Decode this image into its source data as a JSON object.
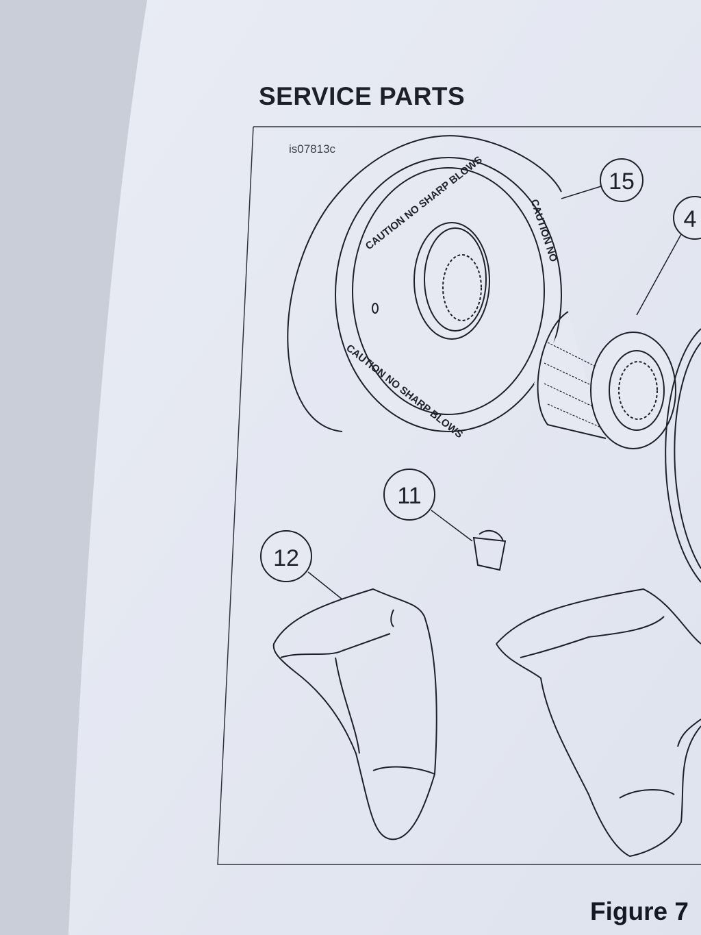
{
  "document": {
    "heading": "SERVICE PARTS",
    "figure_id": "is07813c",
    "caption": "Figure 7",
    "part_callouts": [
      "15",
      "4",
      "11",
      "12"
    ],
    "part_marking": "CAUTION NO SHARP BLOWS",
    "part_marking_partial": "CAUTION NO"
  }
}
